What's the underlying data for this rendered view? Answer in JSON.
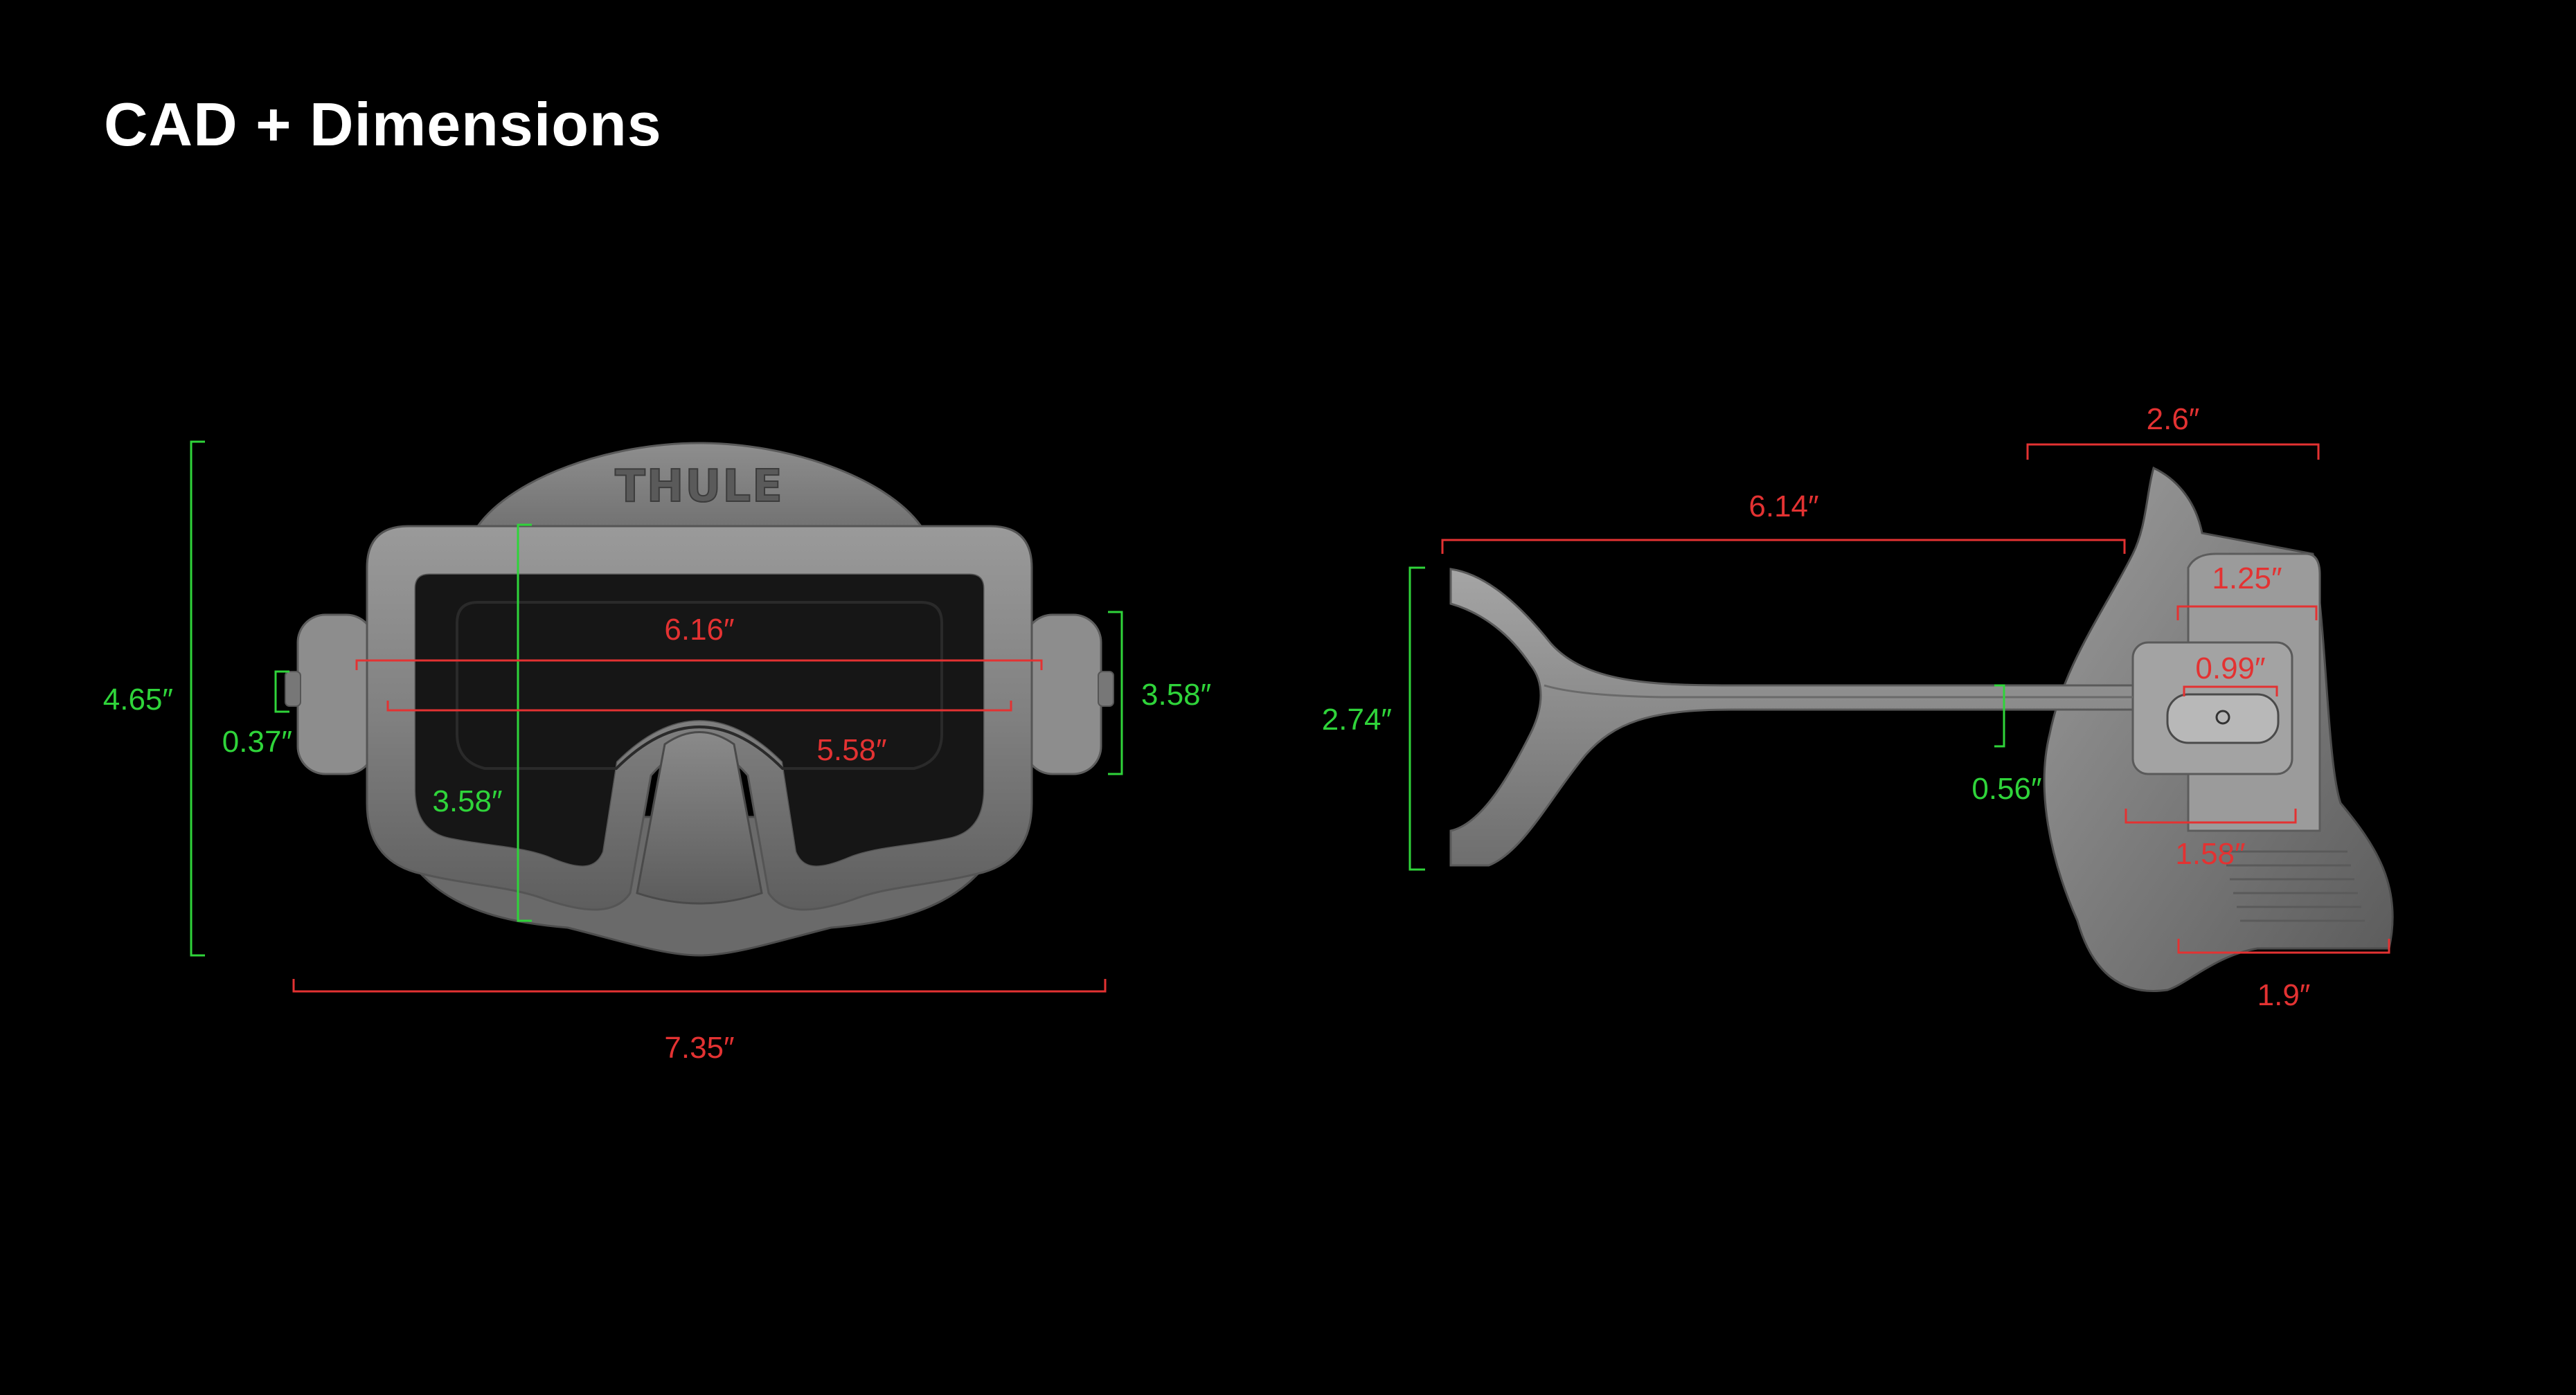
{
  "title": "CAD + Dimensions",
  "logo_text": "THULE",
  "colors": {
    "background": "#000000",
    "title": "#ffffff",
    "red_dimension": "#e33232",
    "green_dimension": "#2fd43a",
    "mask_body": "#8a8a8a",
    "mask_dark": "#555555",
    "mask_light": "#b0b0b0",
    "lens": "#141414"
  },
  "front_view": {
    "overall_height": "4.65″",
    "buckle_height": "0.37″",
    "lens_width_top": "6.16″",
    "lens_width_inner": "5.58″",
    "lens_height": "3.58″",
    "side_height": "3.58″",
    "overall_width": "7.35″"
  },
  "side_view": {
    "frame_depth": "2.6″",
    "strap_length": "6.14″",
    "strap_height": "2.74″",
    "buckle_width": "1.25″",
    "button_width": "0.99″",
    "strap_thickness": "0.56″",
    "buckle_length": "1.58″",
    "skirt_depth": "1.9″"
  }
}
